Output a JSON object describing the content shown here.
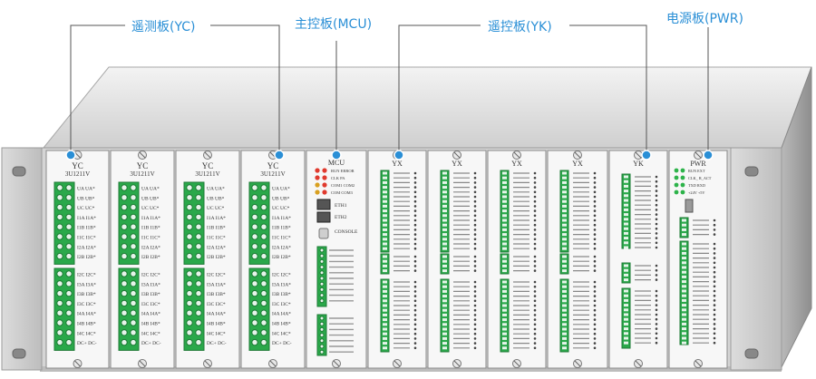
{
  "callouts": [
    {
      "id": "yc",
      "label": "遥测板(YC)"
    },
    {
      "id": "mcu",
      "label": "主控板(MCU)"
    },
    {
      "id": "yk",
      "label": "遥控板(YK)"
    },
    {
      "id": "pwr",
      "label": "电源板(PWR)"
    }
  ],
  "accent": "#2a8fd6",
  "terminal_green": "#2aa84a",
  "boards": {
    "yc": {
      "title": "YC",
      "model": "3U1211V",
      "upper_rows": [
        "UA UA*",
        "UB UB*",
        "UC UC*",
        "I1A I1A*",
        "I1B I1B*",
        "I1C I1C*",
        "I2A I2A*",
        "I2B I2B*"
      ],
      "lower_rows": [
        "I2C I2C*",
        "I3A I3A*",
        "I3B I3B*",
        "I3C I3C*",
        "I4A I4A*",
        "I4B I4B*",
        "I4C I4C*",
        "DC+ DC-"
      ]
    },
    "mcu": {
      "title": "MCU",
      "leds": [
        "RUN ERROR",
        "CLK PA",
        "COM1 COM2",
        "COM COM3"
      ],
      "ports": [
        "ETH1",
        "ETH2",
        "CONSOLE"
      ]
    },
    "yx": {
      "title": "YX"
    },
    "yk": {
      "title": "YK"
    },
    "pwr": {
      "title": "PWR",
      "leds": [
        "RUN EXT",
        "CLK_ R_ACT",
        "TXD RXD",
        "+24V +5V"
      ]
    }
  }
}
